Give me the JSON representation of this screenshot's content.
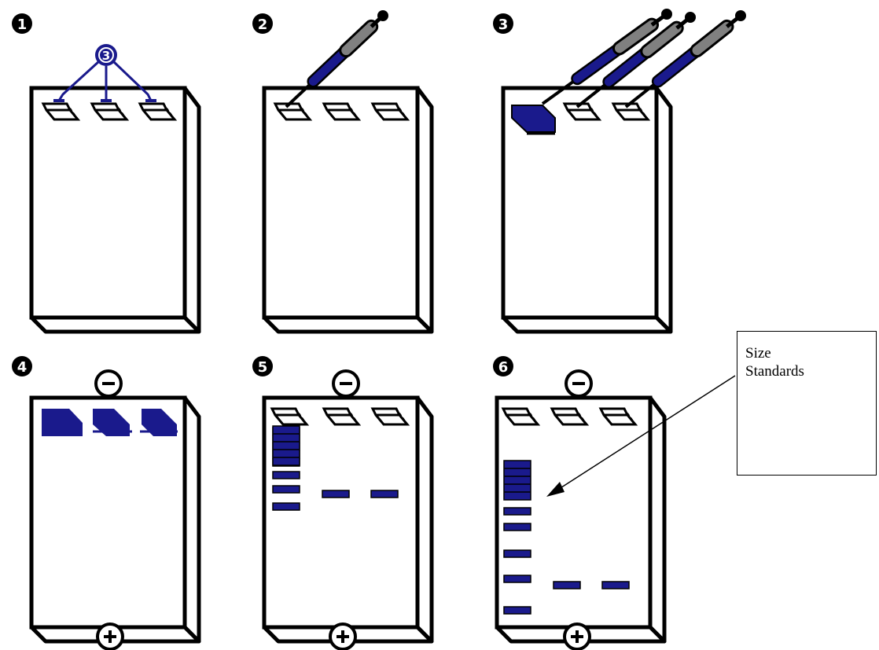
{
  "colors": {
    "sample": "#1a1a8c",
    "outline": "#000000",
    "paper": "#ffffff"
  },
  "steps": [
    {
      "number": "1"
    },
    {
      "number": "2"
    },
    {
      "number": "3"
    },
    {
      "number": "4"
    },
    {
      "number": "5"
    },
    {
      "number": "6"
    }
  ],
  "well_marker": "3",
  "electrode": {
    "negative": "-",
    "positive": "+"
  },
  "callout": {
    "line1": "Size",
    "line2": "Standards"
  }
}
